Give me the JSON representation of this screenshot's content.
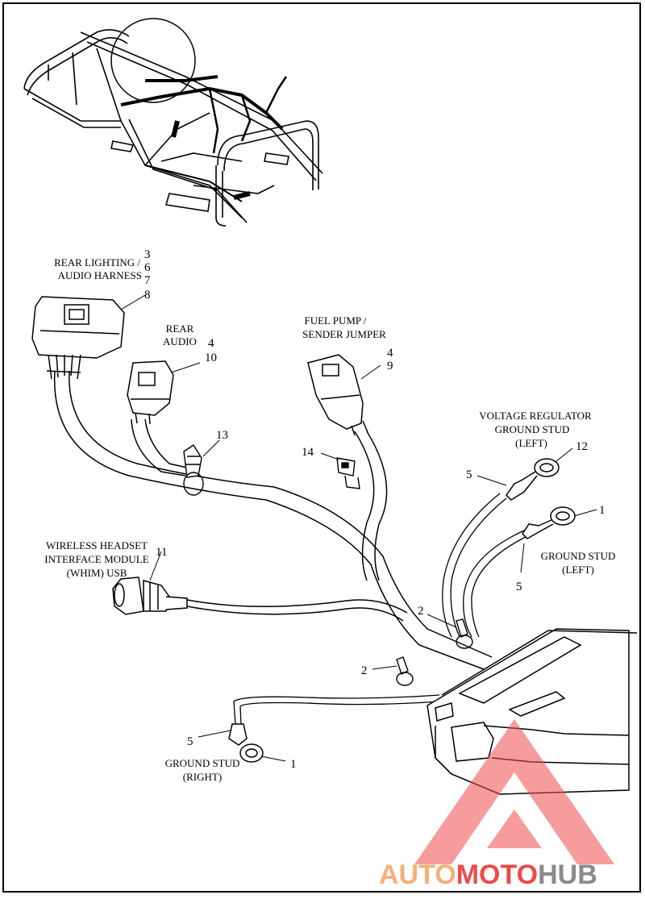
{
  "labels": {
    "rear_lighting": "REAR LIGHTING /",
    "audio_harness": "AUDIO HARNESS",
    "rear": "REAR",
    "audio": "AUDIO",
    "fuel_pump": "FUEL PUMP /",
    "sender_jumper": "SENDER JUMPER",
    "vr_line1": "VOLTAGE REGULATOR",
    "vr_line2": "GROUND STUD",
    "vr_line3": "(LEFT)",
    "gs_left_line1": "GROUND STUD",
    "gs_left_line2": "(LEFT)",
    "whim_line1": "WIRELESS HEADSET",
    "whim_line2": "INTERFACE MODULE",
    "whim_line3": "(WHIM) USB",
    "gs_right_line1": "GROUND STUD",
    "gs_right_line2": "(RIGHT)"
  },
  "callouts": {
    "n3": "3",
    "n6": "6",
    "n7": "7",
    "n8": "8",
    "n4a": "4",
    "n10": "10",
    "n4b": "4",
    "n9": "9",
    "n13": "13",
    "n14": "14",
    "n12": "12",
    "n5a": "5",
    "n1a": "1",
    "n5b": "5",
    "n11": "11",
    "n2a": "2",
    "n2b": "2",
    "n5c": "5",
    "n1b": "1"
  },
  "watermark": {
    "part1": "AUTO",
    "part2": "MOTO",
    "part3": "HUB",
    "color1": "#f5b07a",
    "color2": "#ef4a4a",
    "color3": "#8a8a8a",
    "triangle_color": "#ef4a4a"
  }
}
